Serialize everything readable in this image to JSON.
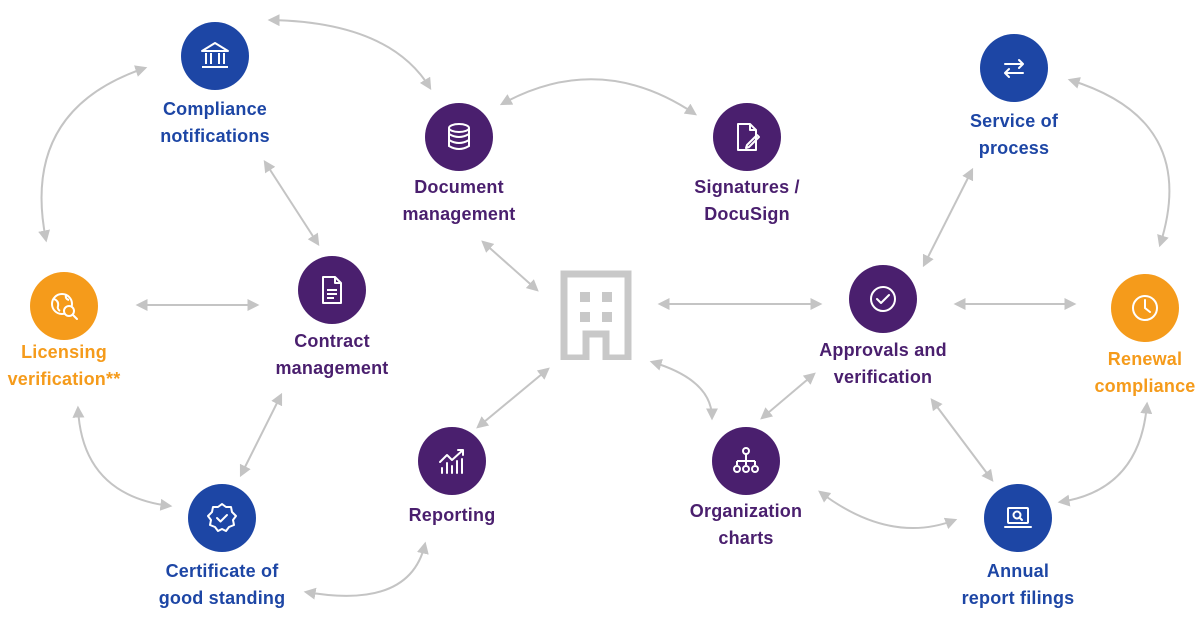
{
  "colors": {
    "blue": "#1d46a5",
    "purple": "#4a1f6e",
    "orange": "#f59b1b",
    "connector": "#c4c4c4",
    "hub": "#c8c8c8"
  },
  "hub": {
    "icon": "building-icon"
  },
  "nodes": {
    "compliance": {
      "line1": "Compliance",
      "line2": "notifications",
      "icon": "bank-icon"
    },
    "document": {
      "line1": "Document",
      "line2": "management",
      "icon": "database-icon"
    },
    "signatures": {
      "line1": "Signatures /",
      "line2": "DocuSign",
      "icon": "document-sign-icon"
    },
    "service": {
      "line1": "Service of",
      "line2": "process",
      "icon": "transfer-arrows-icon"
    },
    "licensing": {
      "line1": "Licensing",
      "line2": "verification**",
      "icon": "globe-search-icon"
    },
    "contract": {
      "line1": "Contract",
      "line2": "management",
      "icon": "document-icon"
    },
    "approvals": {
      "line1": "Approvals and",
      "line2": "verification",
      "icon": "check-circle-icon"
    },
    "renewal": {
      "line1": "Renewal",
      "line2": "compliance",
      "icon": "clock-icon"
    },
    "certificate": {
      "line1": "Certificate of",
      "line2": "good standing",
      "icon": "badge-check-icon"
    },
    "reporting": {
      "line1": "Reporting",
      "icon": "chart-icon"
    },
    "orgcharts": {
      "line1": "Organization",
      "line2": "charts",
      "icon": "org-chart-icon"
    },
    "annual": {
      "line1": "Annual",
      "line2": "report filings",
      "icon": "laptop-search-icon"
    }
  }
}
